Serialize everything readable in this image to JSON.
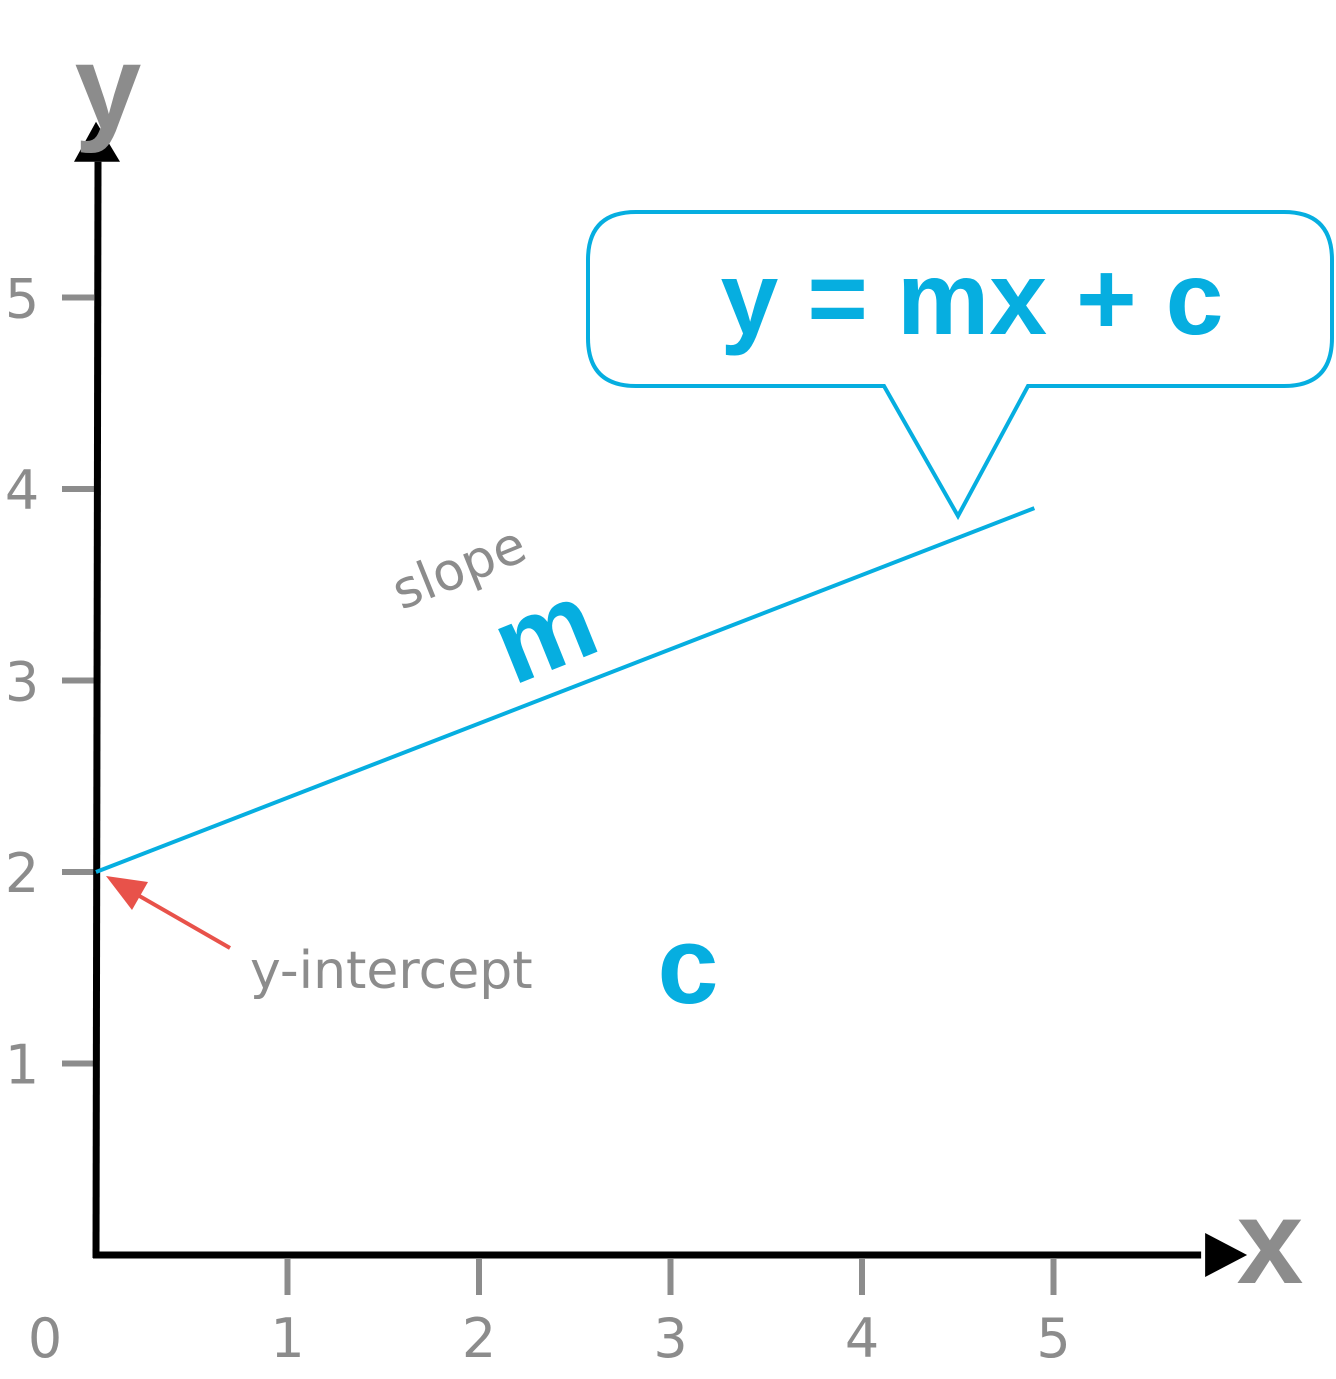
{
  "chart_data": {
    "type": "line",
    "title": "",
    "xlabel": "x",
    "ylabel": "y",
    "x_ticks": [
      "1",
      "2",
      "3",
      "4",
      "5"
    ],
    "y_ticks": [
      "1",
      "2",
      "3",
      "4",
      "5"
    ],
    "origin_label": "0",
    "xlim": [
      0,
      5.75
    ],
    "ylim": [
      0,
      5.5
    ],
    "grid": false,
    "series": [
      {
        "x": [
          0,
          4.9
        ],
        "y": [
          2,
          3.9
        ]
      }
    ],
    "annotations": {
      "equation": "y = mx + c",
      "slope_label": "slope",
      "slope_symbol": "m",
      "intercept_label": "y-intercept",
      "intercept_symbol": "c"
    },
    "colors": {
      "line": "#06aee0",
      "axes": "#000000",
      "ticks": "#8c8c8c",
      "intercept_arrow": "#e8524a"
    }
  }
}
